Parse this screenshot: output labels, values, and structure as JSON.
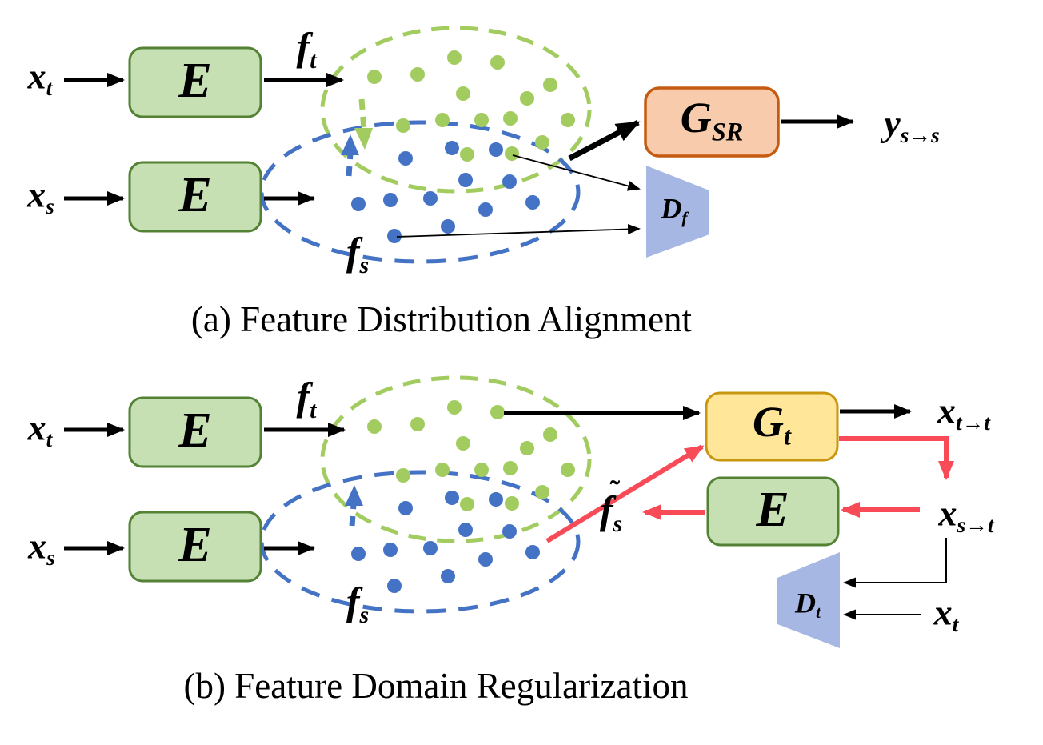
{
  "colors": {
    "background": "#FFFFFF",
    "text": "#000000",
    "encoder_fill": "#C6E0B4",
    "encoder_border": "#538234",
    "generator_sr_fill": "#F8CBAD",
    "generator_sr_border": "#C55A11",
    "generator_t_fill": "#FFE699",
    "generator_t_border": "#C9960F",
    "discriminator_fill": "#A6B7E3",
    "dot_green": "#A2CC60",
    "dot_blue": "#4472C4",
    "ellipse_green": "#A2CC60",
    "ellipse_blue": "#4472C4",
    "arrow_black": "#000000",
    "arrow_red": "#F94B57"
  },
  "panel_a": {
    "caption": "(a) Feature Distribution Alignment",
    "input_top": {
      "base": "x",
      "sub": "t"
    },
    "input_bottom": {
      "base": "x",
      "sub": "s"
    },
    "encoder_top": "E",
    "encoder_bottom": "E",
    "feature_top": {
      "base": "f",
      "sub": "t"
    },
    "feature_bottom": {
      "base": "f",
      "sub": "s"
    },
    "generator": {
      "base": "G",
      "sub": "SR"
    },
    "output": {
      "base": "y",
      "sub": "s→s"
    },
    "discriminator": {
      "base": "D",
      "sub": "f"
    }
  },
  "panel_b": {
    "caption": "(b) Feature Domain Regularization",
    "input_top": {
      "base": "x",
      "sub": "t"
    },
    "input_bottom": {
      "base": "x",
      "sub": "s"
    },
    "encoder_top": "E",
    "encoder_bottom": "E",
    "feature_top": {
      "base": "f",
      "sub": "t"
    },
    "feature_bottom": {
      "base": "f",
      "sub": "s"
    },
    "generator": {
      "base": "G",
      "sub": "t"
    },
    "output": {
      "base": "x",
      "sub": "t→t"
    },
    "translated": {
      "base": "x",
      "sub": "s→t"
    },
    "encoder_right": "E",
    "re_encoded_feature": {
      "tilde": "˜",
      "base": "f",
      "sub": "s"
    },
    "discriminator": {
      "base": "D",
      "sub": "t"
    },
    "real_input": {
      "base": "x",
      "sub": "t"
    }
  },
  "scatter": {
    "dot_radius": 9,
    "panel_a": {
      "green": [
        [
          468,
          96
        ],
        [
          522,
          93
        ],
        [
          568,
          72
        ],
        [
          622,
          78
        ],
        [
          579,
          117
        ],
        [
          659,
          123
        ],
        [
          688,
          106
        ],
        [
          710,
          150
        ],
        [
          504,
          157
        ],
        [
          553,
          150
        ],
        [
          602,
          150
        ],
        [
          638,
          148
        ],
        [
          678,
          178
        ],
        [
          584,
          193
        ],
        [
          640,
          192
        ]
      ],
      "blue": [
        [
          565,
          185
        ],
        [
          620,
          187
        ],
        [
          507,
          198
        ],
        [
          582,
          225
        ],
        [
          637,
          227
        ],
        [
          448,
          255
        ],
        [
          488,
          250
        ],
        [
          538,
          248
        ],
        [
          607,
          262
        ],
        [
          666,
          253
        ],
        [
          560,
          283
        ],
        [
          493,
          295
        ]
      ]
    },
    "panel_b": {
      "green": [
        [
          468,
          533
        ],
        [
          522,
          530
        ],
        [
          568,
          509
        ],
        [
          622,
          515
        ],
        [
          579,
          554
        ],
        [
          659,
          560
        ],
        [
          688,
          543
        ],
        [
          710,
          587
        ],
        [
          504,
          594
        ],
        [
          553,
          587
        ],
        [
          602,
          587
        ],
        [
          638,
          585
        ],
        [
          678,
          615
        ],
        [
          584,
          630
        ],
        [
          640,
          629
        ]
      ],
      "blue": [
        [
          565,
          622
        ],
        [
          620,
          624
        ],
        [
          507,
          635
        ],
        [
          582,
          662
        ],
        [
          637,
          664
        ],
        [
          448,
          692
        ],
        [
          488,
          687
        ],
        [
          538,
          685
        ],
        [
          607,
          699
        ],
        [
          666,
          690
        ],
        [
          560,
          720
        ],
        [
          493,
          732
        ]
      ]
    }
  }
}
